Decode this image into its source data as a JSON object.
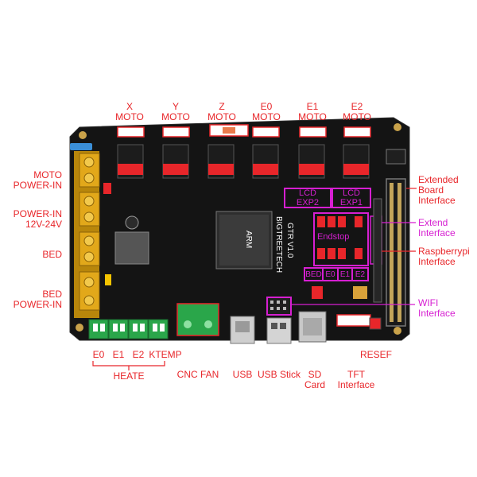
{
  "colors": {
    "red_label": "#e8262a",
    "magenta_label": "#d61fd1",
    "black_label": "#111111",
    "pcb": "#141414",
    "terminal_green": "#2aa64a",
    "terminal_gold": "#e2a81a"
  },
  "motor_labels": {
    "x": {
      "axis": "X",
      "name": "MOTO"
    },
    "y": {
      "axis": "Y",
      "name": "MOTO"
    },
    "z": {
      "axis": "Z",
      "name": "MOTO"
    },
    "e0": {
      "axis": "E0",
      "name": "MOTO"
    },
    "e1": {
      "axis": "E1",
      "name": "MOTO"
    },
    "e2": {
      "axis": "E2",
      "name": "MOTO"
    }
  },
  "left_labels": {
    "moto_power": [
      "MOTO",
      "POWER-IN"
    ],
    "power_in": [
      "POWER-IN",
      "12V-24V"
    ],
    "bed": "BED",
    "bed_power": [
      "BED",
      "POWER-IN"
    ]
  },
  "right_labels": {
    "extended_board": [
      "Extended",
      "Board",
      "Interface"
    ],
    "extend": [
      "Extend",
      "Interface"
    ],
    "raspberrypi": [
      "Raspberrypi",
      "Interface"
    ],
    "wifi": [
      "WIFI",
      "Interface"
    ]
  },
  "board_labels": {
    "lcd_exp2": [
      "LCD",
      "EXP2"
    ],
    "lcd_exp1": [
      "LCD",
      "EXP1"
    ],
    "endstop": "Endstop",
    "endstop_cols": [
      "BED",
      "E0",
      "E1",
      "E2"
    ]
  },
  "bottom_labels": {
    "heate_ports": [
      "E0",
      "E1",
      "E2",
      "KTEMP"
    ],
    "heate": "HEATE",
    "cnc_fan": "CNC FAN",
    "usb": "USB",
    "usb_stick": "USB Stick",
    "sd_card": [
      "SD",
      "Card"
    ],
    "tft": [
      "TFT",
      "Interface"
    ],
    "resef": "RESEF"
  },
  "chip": {
    "brand": "ARM",
    "name": [
      "BIGTREETECH",
      "GTR V1.0"
    ]
  }
}
